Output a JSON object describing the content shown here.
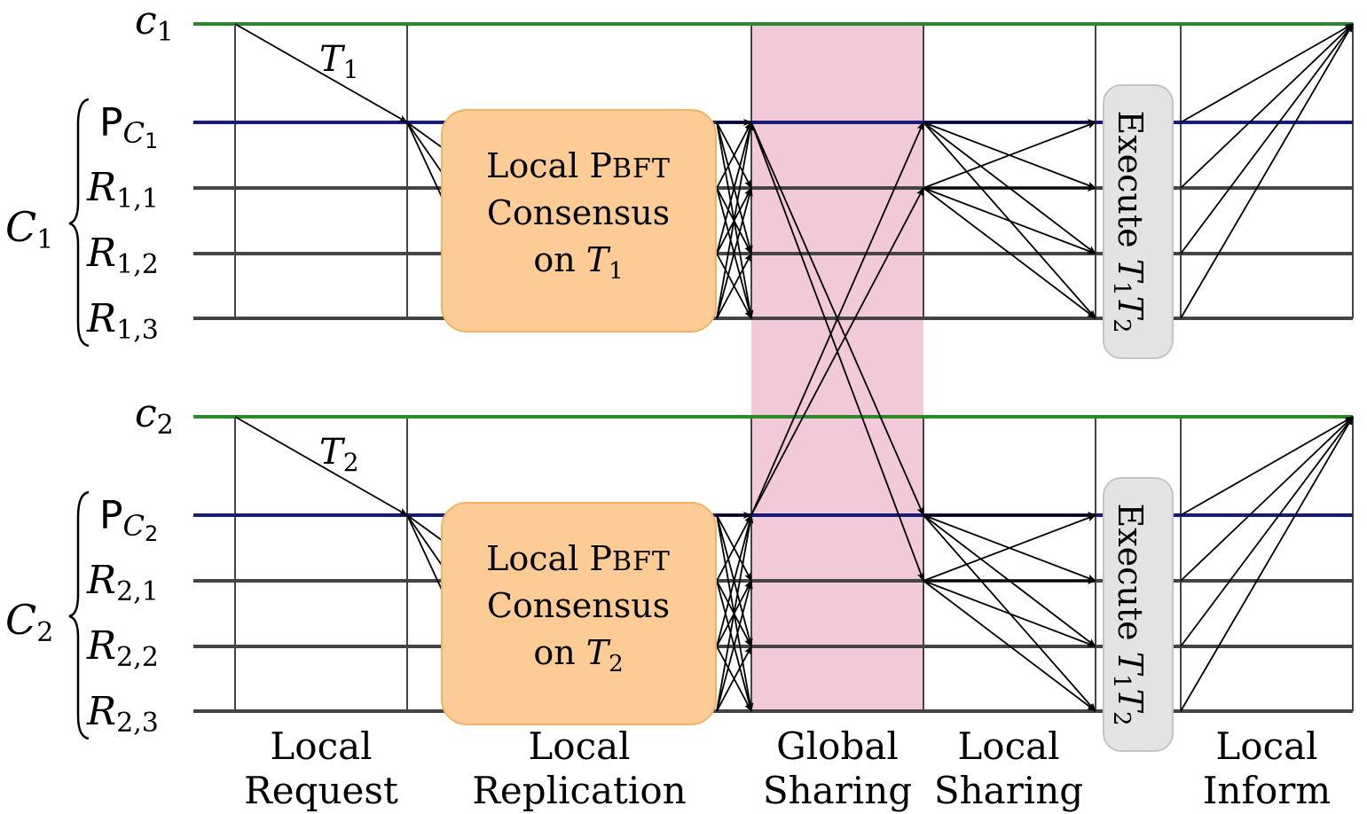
{
  "clients": [
    {
      "base": "c",
      "sub": "1"
    },
    {
      "base": "c",
      "sub": "2"
    }
  ],
  "clusters": [
    {
      "name_base": "C",
      "name_sub": "1",
      "primary_base": "P",
      "primary_sub": "C",
      "primary_subsub": "1",
      "replicas": [
        {
          "base": "R",
          "sub": "1,1"
        },
        {
          "base": "R",
          "sub": "1,2"
        },
        {
          "base": "R",
          "sub": "1,3"
        }
      ],
      "transaction": {
        "base": "T",
        "sub": "1"
      },
      "consensus": {
        "line1_a": "Local ",
        "line1_b": "P",
        "line1_c": "BFT",
        "line2": "Consensus",
        "line3": "on ",
        "t_base": "T",
        "t_sub": "1"
      },
      "execute": {
        "text": "Execute ",
        "t1_base": "T",
        "t1_sub": "1",
        "t2_base": "T",
        "t2_sub": "2"
      }
    },
    {
      "name_base": "C",
      "name_sub": "2",
      "primary_base": "P",
      "primary_sub": "C",
      "primary_subsub": "2",
      "replicas": [
        {
          "base": "R",
          "sub": "2,1"
        },
        {
          "base": "R",
          "sub": "2,2"
        },
        {
          "base": "R",
          "sub": "2,3"
        }
      ],
      "transaction": {
        "base": "T",
        "sub": "2"
      },
      "consensus": {
        "line1_a": "Local ",
        "line1_b": "P",
        "line1_c": "BFT",
        "line2": "Consensus",
        "line3": "on ",
        "t_base": "T",
        "t_sub": "2"
      },
      "execute": {
        "text": "Execute ",
        "t1_base": "T",
        "t1_sub": "1",
        "t2_base": "T",
        "t2_sub": "2"
      }
    }
  ],
  "phases": [
    {
      "line1": "Local",
      "line2": "Request"
    },
    {
      "line1": "Local",
      "line2": "Replication"
    },
    {
      "line1": "Global",
      "line2": "Sharing"
    },
    {
      "line1": "Local",
      "line2": "Sharing"
    },
    {
      "line1": "Local",
      "line2": "Inform"
    }
  ],
  "colors": {
    "client_line": "#2a8a2a",
    "primary_line": "#1a1a7a",
    "replica_line": "#444444",
    "phase_divider": "#444444",
    "global_band": "#f2c9d8",
    "consensus_fill": "#fccb96",
    "consensus_stroke": "#f5b066",
    "execute_fill": "#e3e3e3",
    "execute_stroke": "#c4c4c4",
    "arrow": "#000000"
  }
}
